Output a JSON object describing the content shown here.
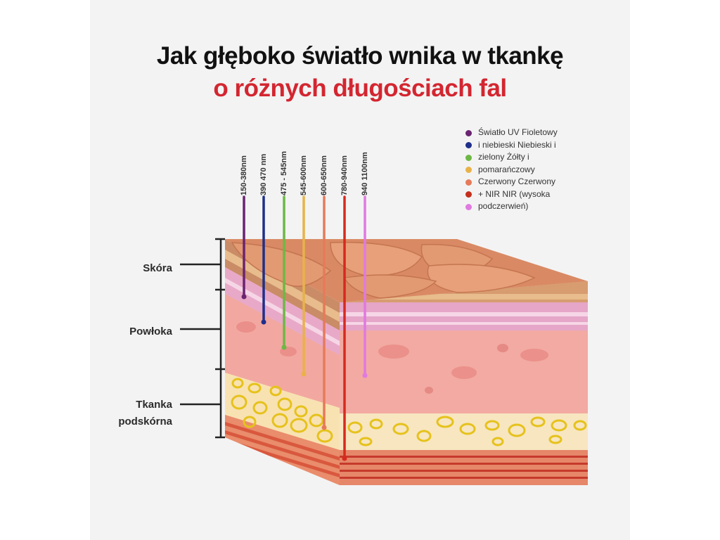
{
  "title": {
    "line1": "Jak głęboko światło wnika w tkankę",
    "line2": "o różnych długościach fal",
    "line2_color": "#d32630"
  },
  "wavelengths": [
    {
      "label": "150-380nm",
      "color": "#6a2470"
    },
    {
      "label": "390 470 nm",
      "color": "#1f2f8a"
    },
    {
      "label": "475 - 545nm",
      "color": "#6db844"
    },
    {
      "label": "545-600nm",
      "color": "#e8b24a"
    },
    {
      "label": "600-650nm",
      "color": "#e67a5a"
    },
    {
      "label": "780-940nm",
      "color": "#d62a1e"
    },
    {
      "label": "940 1100nm",
      "color": "#e07ae0"
    }
  ],
  "legend": [
    {
      "label": "Światło UV Fioletowy",
      "color": "#6a2470"
    },
    {
      "label": "i niebieski Niebieski i",
      "color": "#1f2f8a"
    },
    {
      "label": "zielony Żółty i",
      "color": "#6db844"
    },
    {
      "label": "pomarańczowy",
      "color": "#e8b24a"
    },
    {
      "label": "Czerwony Czerwony",
      "color": "#e67a5a"
    },
    {
      "label": "+ NIR NIR (wysoka",
      "color": "#c4301c"
    },
    {
      "label": "podczerwień)",
      "color": "#e07ae0"
    }
  ],
  "layers": {
    "skin": "Skóra",
    "dermis": "Powłoka",
    "subcutaneous_line1": "Tkanka",
    "subcutaneous_line2": "podskórna"
  }
}
